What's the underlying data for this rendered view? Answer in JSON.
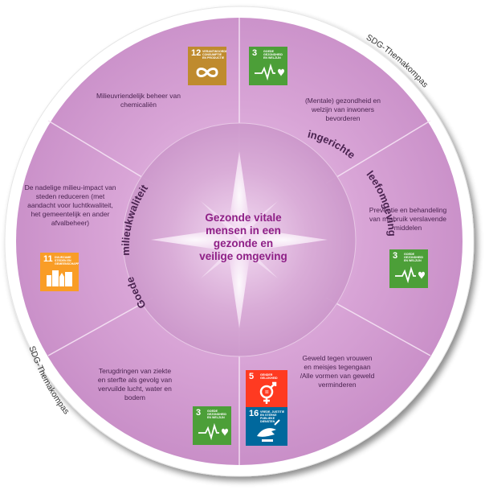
{
  "center": {
    "lines": [
      "Gezonde vitale",
      "mensen in een",
      "gezonde en",
      "veilige omgeving"
    ]
  },
  "ring": {
    "left_words": [
      "Goede",
      "milieukwaliteit"
    ],
    "right_words": [
      "ingerichte",
      "leefomgeving"
    ]
  },
  "outer_band_label": "SDG-Themakompas",
  "segments": {
    "top_left": "Milieuvriendelijk beheer van chemicaliën",
    "top_right": "(Mentale) gezondheid en welzijn van inwoners bevorderen",
    "mid_left": "De nadelige milieu-impact van steden reduceren (met aandacht voor luchtkwaliteit, het gemeentelijk en ander afvalbeheer)",
    "mid_right": "Preventie en behandeling van misbruik verslavende middelen",
    "bottom_left": "Terugdringen van ziekte en sterfte als gevolg van vervuilde lucht, water en bodem",
    "bottom_right": "Geweld tegen vrouwen en meisjes tegengaan /Alle vormen van geweld verminderen"
  },
  "sdg_icons": {
    "g12": {
      "number": "12",
      "caption": "Verantwoorde consumptie en productie",
      "color": "#bf8b2e",
      "icon": "infinity-icon"
    },
    "g3_top": {
      "number": "3",
      "caption": "Goede gezondheid en welzijn",
      "color": "#4c9f38",
      "icon": "heartbeat-icon"
    },
    "g11": {
      "number": "11",
      "caption": "Duurzame steden en gemeenschappen",
      "color": "#f99d26",
      "icon": "city-icon"
    },
    "g3_right": {
      "number": "3",
      "caption": "Goede gezondheid en welzijn",
      "color": "#4c9f38",
      "icon": "heartbeat-icon"
    },
    "g3_bottom": {
      "number": "3",
      "caption": "Goede gezondheid en welzijn",
      "color": "#4c9f38",
      "icon": "heartbeat-icon"
    },
    "g5": {
      "number": "5",
      "caption": "Gender gelijkheid",
      "color": "#ff3a21",
      "icon": "gender-equality-icon"
    },
    "g16": {
      "number": "16",
      "caption": "Vrede, justitie en sterke publieke diensten",
      "color": "#00689d",
      "icon": "dove-gavel-icon"
    }
  },
  "colors": {
    "wheel_outer": "#d9a6d8",
    "wheel_inner": "#caa0cc",
    "center_text": "#8e1f86",
    "ring_text": "#4a2350"
  }
}
